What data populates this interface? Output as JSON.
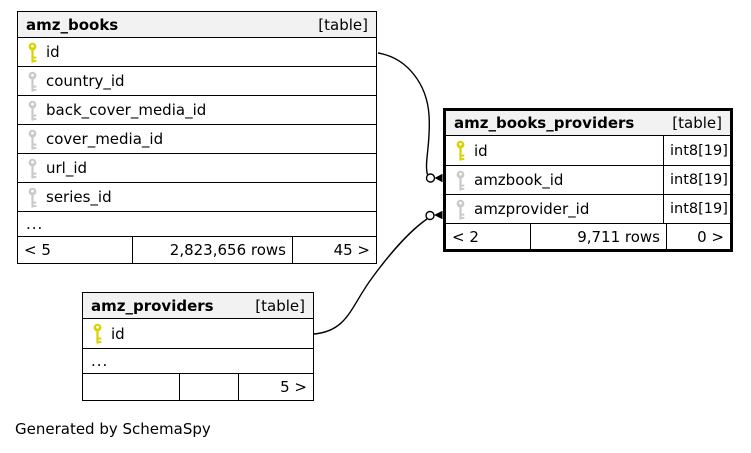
{
  "diagram": {
    "footnote": "Generated by SchemaSpy"
  },
  "colors": {
    "primary_key_icon": "#d6d300",
    "foreign_key_icon": "#c9c9c9",
    "header_background": "#f2f2f2",
    "border": "#000000",
    "background": "#ffffff"
  },
  "tables": {
    "amz_books": {
      "name": "amz_books",
      "tag": "[table]",
      "columns": [
        {
          "name": "id",
          "key": "primary"
        },
        {
          "name": "country_id",
          "key": "foreign"
        },
        {
          "name": "back_cover_media_id",
          "key": "foreign"
        },
        {
          "name": "cover_media_id",
          "key": "foreign"
        },
        {
          "name": "url_id",
          "key": "foreign"
        },
        {
          "name": "series_id",
          "key": "foreign"
        }
      ],
      "more_indicator": "...",
      "footer": {
        "left": "< 5",
        "center": "2,823,656 rows",
        "right": "45 >"
      }
    },
    "amz_books_providers": {
      "name": "amz_books_providers",
      "tag": "[table]",
      "columns": [
        {
          "name": "id",
          "key": "primary",
          "type": "int8[19]"
        },
        {
          "name": "amzbook_id",
          "key": "foreign",
          "type": "int8[19]"
        },
        {
          "name": "amzprovider_id",
          "key": "foreign",
          "type": "int8[19]"
        }
      ],
      "footer": {
        "left": "< 2",
        "center": "9,711 rows",
        "right": "0 >"
      }
    },
    "amz_providers": {
      "name": "amz_providers",
      "tag": "[table]",
      "columns": [
        {
          "name": "id",
          "key": "primary"
        }
      ],
      "more_indicator": "...",
      "footer": {
        "left": "",
        "center": "",
        "right": "5 >"
      }
    }
  },
  "relationships": [
    {
      "from": "amz_books.id",
      "to": "amz_books_providers.amzbook_id"
    },
    {
      "from": "amz_providers.id",
      "to": "amz_books_providers.amzprovider_id"
    }
  ]
}
